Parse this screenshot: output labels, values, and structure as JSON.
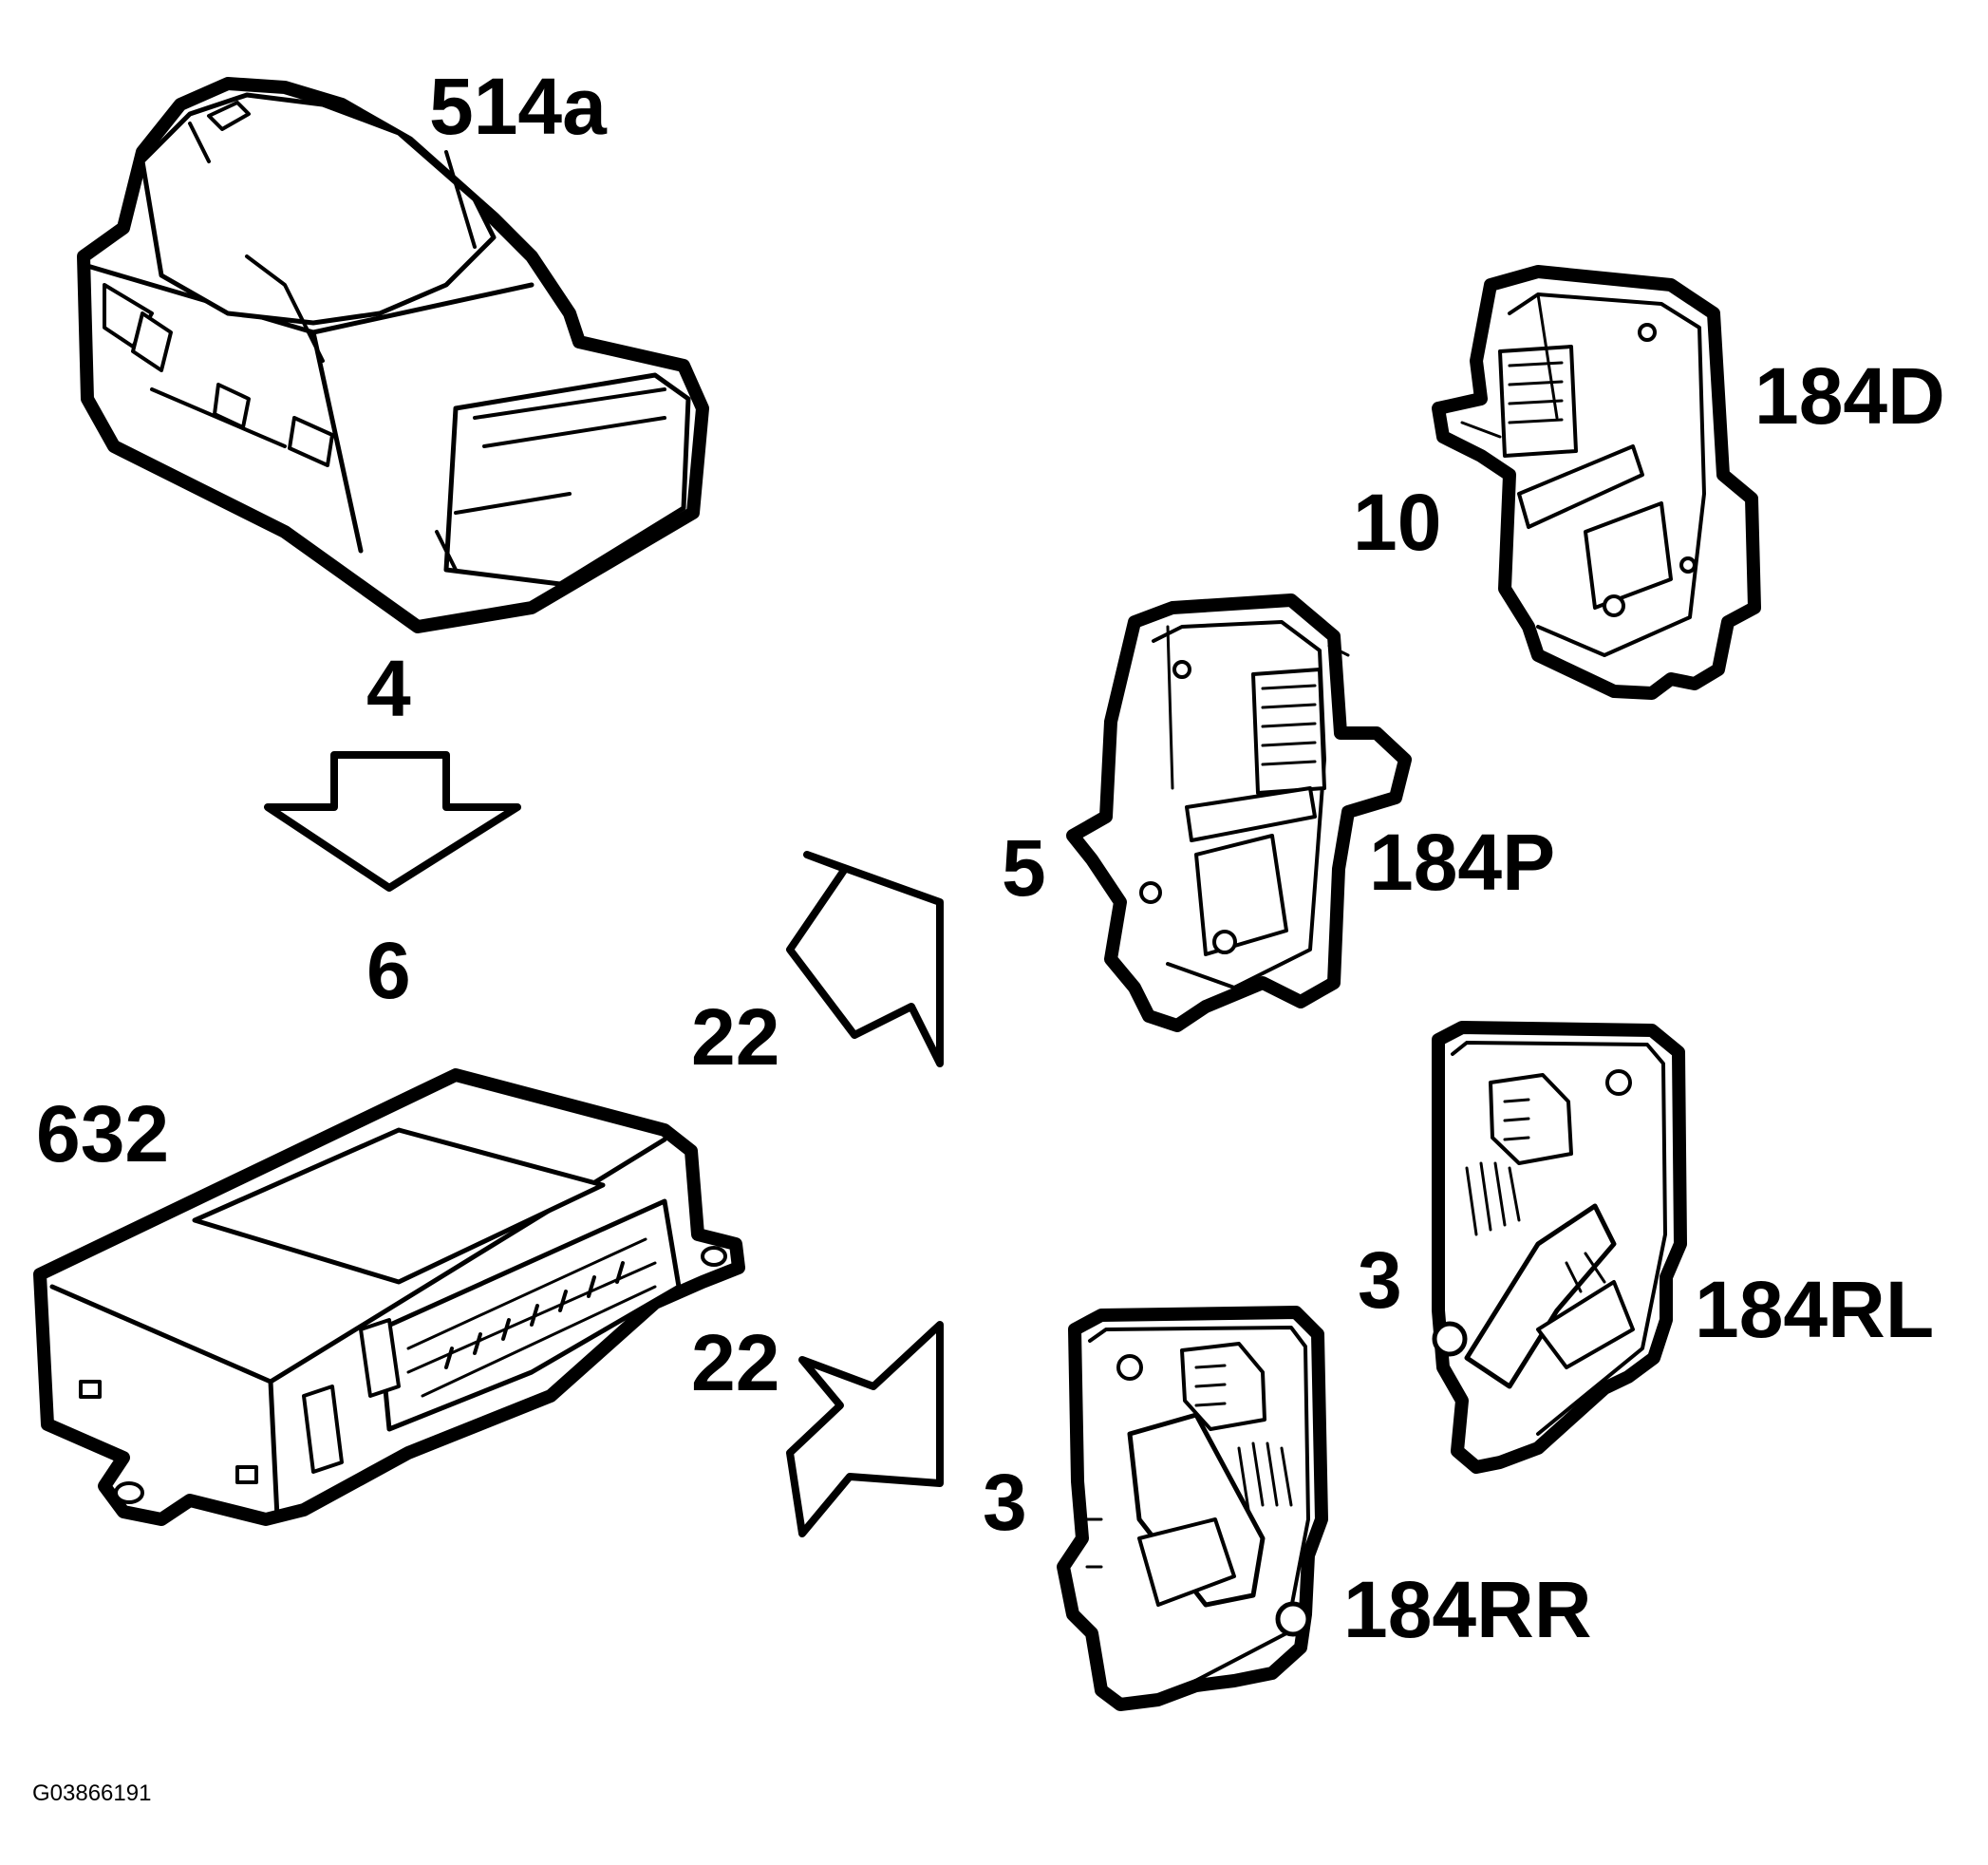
{
  "labels": {
    "switch": "514a",
    "arrow_top": "4",
    "arrow_bottom": "6",
    "module": "632",
    "flow_upper": "22",
    "flow_lower": "22",
    "lock_d": "184D",
    "lock_d_pins": "10",
    "lock_p": "184P",
    "lock_p_pins": "5",
    "lock_rl": "184RL",
    "lock_rl_pins": "3",
    "lock_rr": "184RR",
    "lock_rr_pins": "3"
  },
  "figure_code": "G03866191",
  "colors": {
    "line": "#000000",
    "fill": "#ffffff"
  }
}
